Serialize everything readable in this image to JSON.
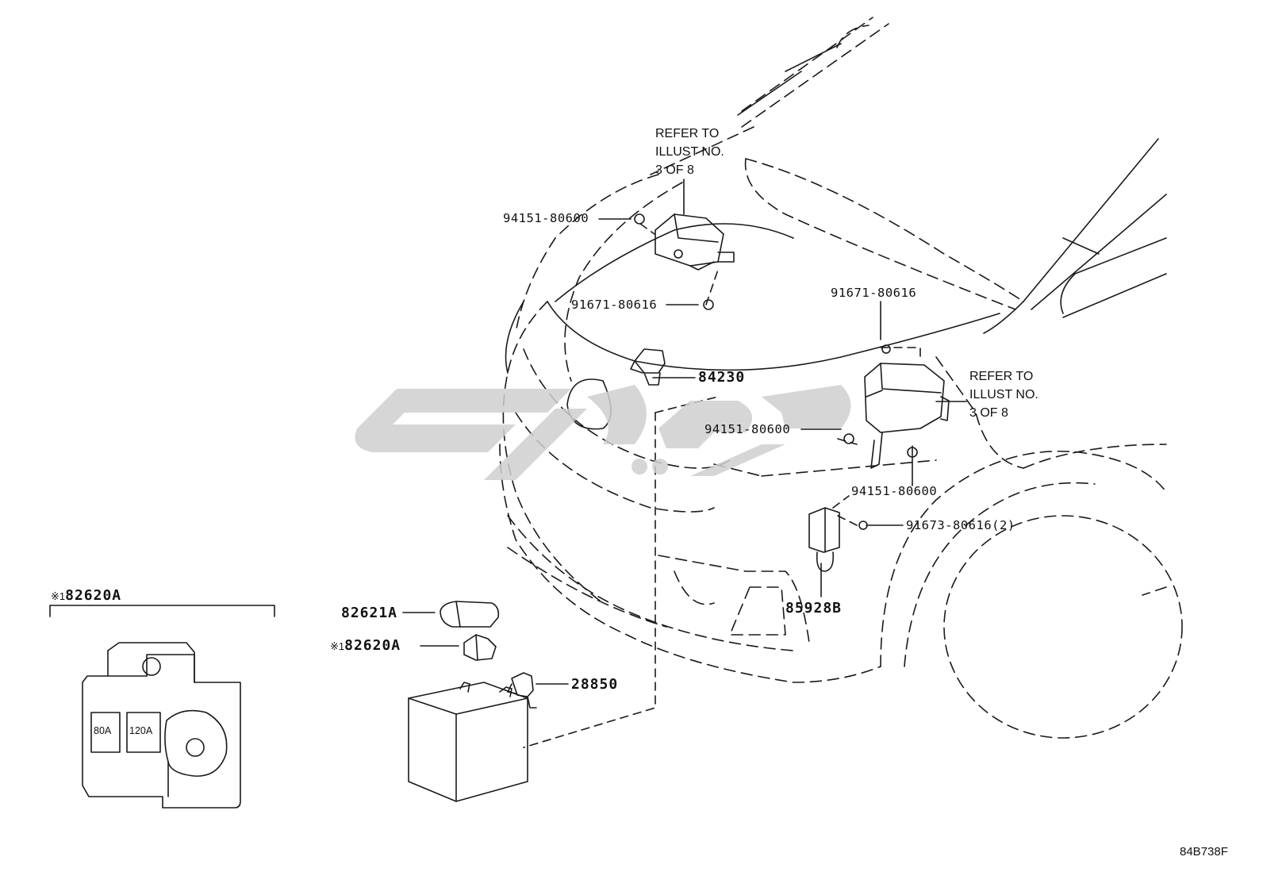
{
  "diagram_id": "84B738F",
  "parts": {
    "p94151_top": "94151-80600",
    "p91671_left": "91671-80616",
    "p84230": "84230",
    "p91671_right": "91671-80616",
    "p94151_mid": "94151-80600",
    "p94151_right": "94151-80600",
    "p91673": "91673-80616(2)",
    "p85928B": "85928B",
    "p82621A": "82621A",
    "p82620A": "82620A",
    "p28850": "28850"
  },
  "note_symbol": "※1",
  "refer_top": "REFER TO\nILLUST NO.\n3 OF 8",
  "refer_right": "REFER TO\nILLUST NO.\n3 OF 8",
  "detail": {
    "title_part": "82620A",
    "fuse_1": "80A",
    "fuse_2": "120A"
  },
  "colors": {
    "line": "#1a1a1a",
    "watermark": "#cfcfcf"
  }
}
